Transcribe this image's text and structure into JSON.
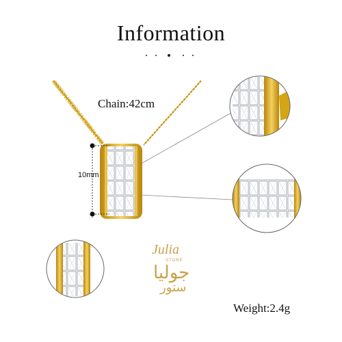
{
  "header": {
    "title": "Information"
  },
  "specs": {
    "chain": "Chain:42cm",
    "dimension": "10mm",
    "weight": "Weight:2.4g"
  },
  "brand": {
    "latin": "Julia",
    "store": "STORE",
    "arabic_line1": "جوليا",
    "arabic_line2": "ستور"
  },
  "colors": {
    "gold": "#d4a514",
    "logo_gold": "#c8a24a",
    "text": "#111111"
  }
}
